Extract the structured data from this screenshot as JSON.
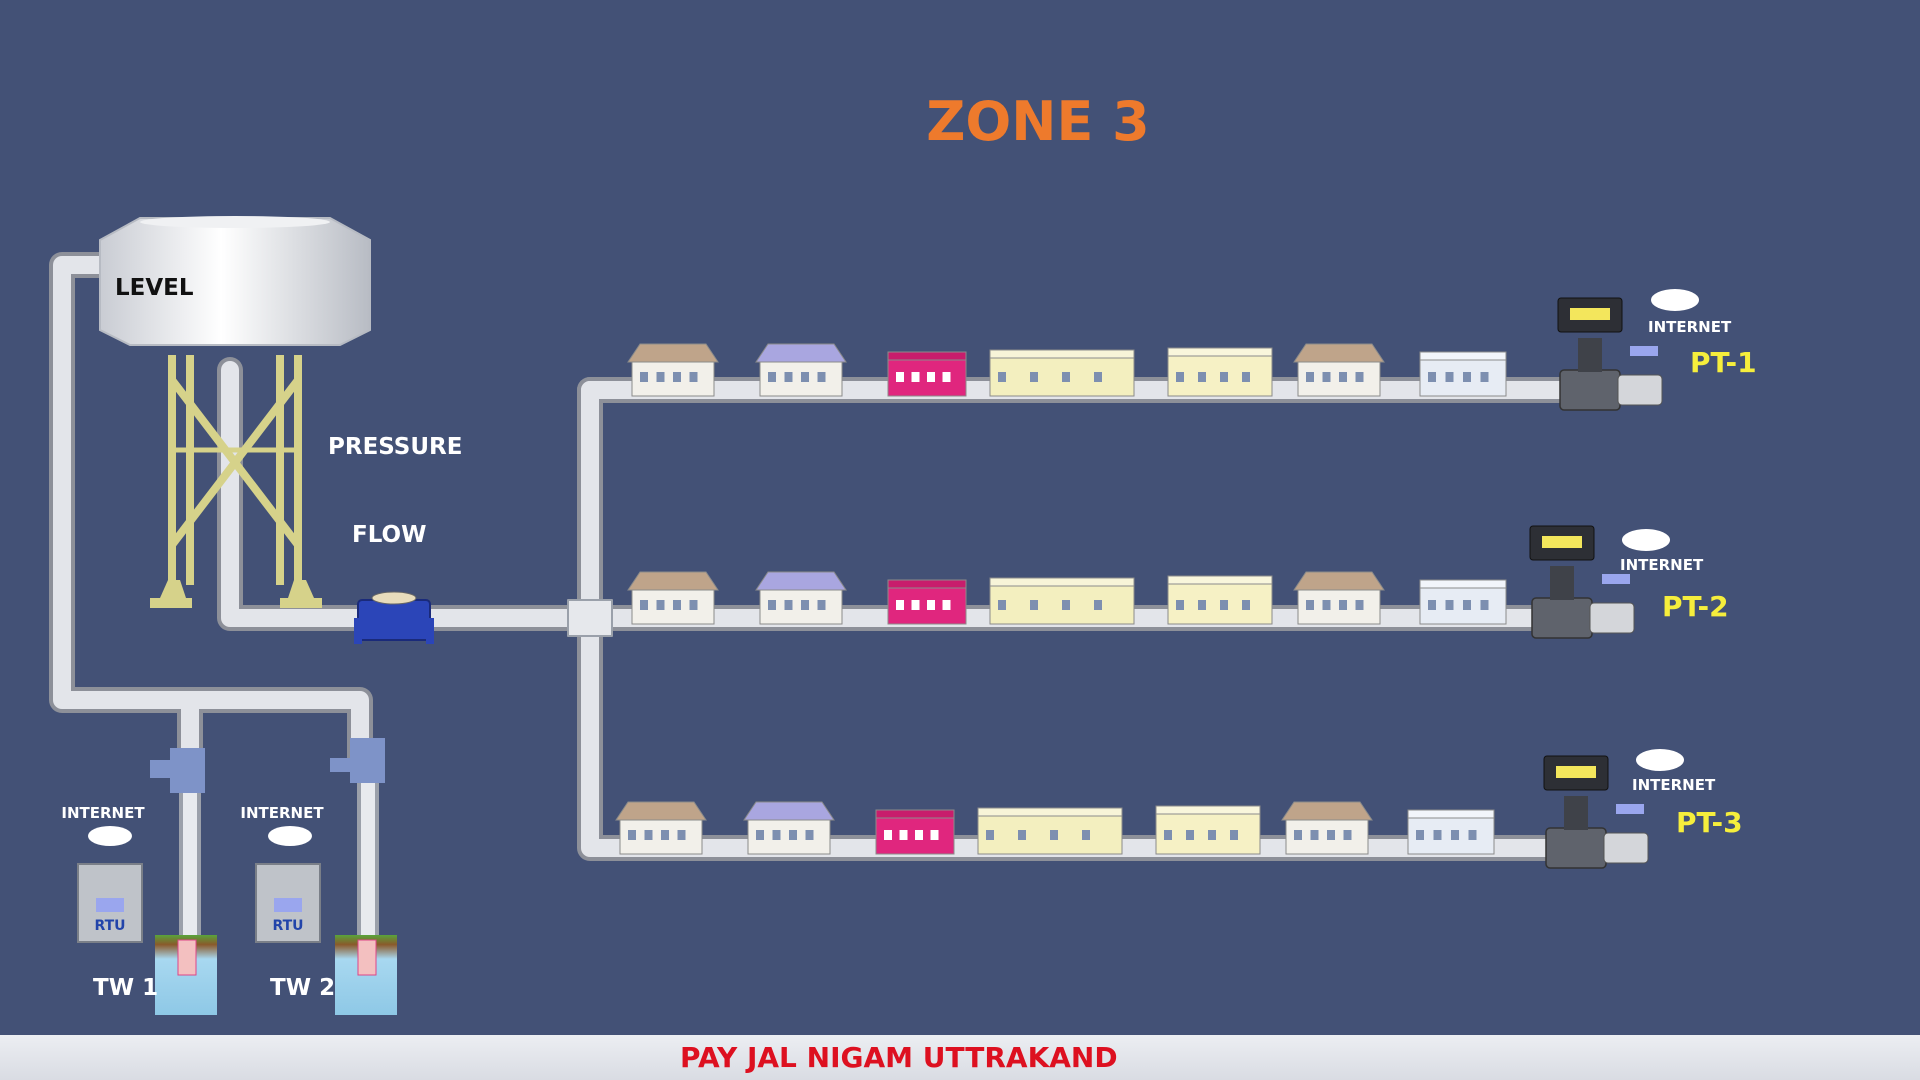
{
  "title": "ZONE 3",
  "tank": {
    "level_label": "LEVEL"
  },
  "measurements": {
    "pressure_label": "PRESSURE",
    "flow_label": "FLOW"
  },
  "tubewells": [
    {
      "label": "TW 1",
      "internet_label": "INTERNET",
      "rtu_label": "RTU"
    },
    {
      "label": "TW 2",
      "internet_label": "INTERNET",
      "rtu_label": "RTU"
    }
  ],
  "pressure_transmitters": [
    {
      "label": "PT-1",
      "internet_label": "INTERNET"
    },
    {
      "label": "PT-2",
      "internet_label": "INTERNET"
    },
    {
      "label": "PT-3",
      "internet_label": "INTERNET"
    }
  ],
  "footer": {
    "text": "PAY JAL NIGAM UTTRAKAND"
  },
  "colors": {
    "background": "#435176",
    "title": "#ee7a2c",
    "pt_label": "#f6ee3c",
    "footer_text": "#dd1020",
    "pipe": "#d9dbe0"
  }
}
